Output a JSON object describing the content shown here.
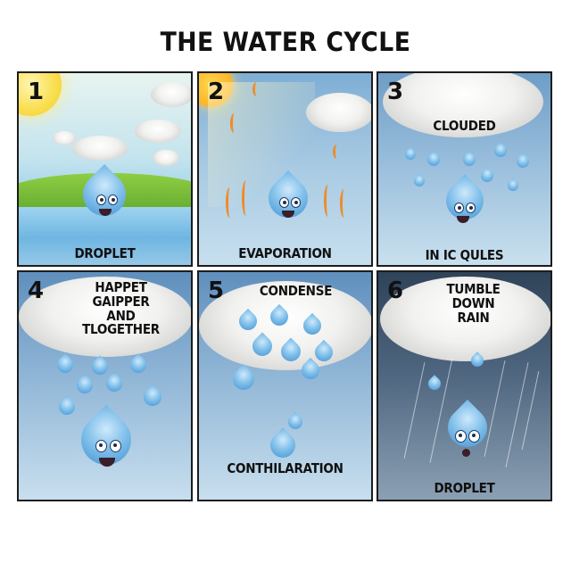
{
  "title": "THE WATER CYCLE",
  "panels": [
    {
      "number": "1",
      "caption_top": "",
      "caption_bottom": "DROPLET",
      "scene": "droplet-in-lake-sunny"
    },
    {
      "number": "2",
      "caption_top": "",
      "caption_bottom": "EVAPORATION",
      "scene": "droplet-heated-by-sun"
    },
    {
      "number": "3",
      "caption_top": "CLOUDED",
      "caption_bottom": "IN IC QULES",
      "scene": "droplet-under-raining-cloud"
    },
    {
      "number": "4",
      "caption_top": "HAPPET\nGAIPPER\nAND\nTLOGETHER",
      "caption_bottom": "",
      "scene": "droplets-gathering-under-cloud"
    },
    {
      "number": "5",
      "caption_top": "CONDENSE",
      "caption_bottom": "CONTHILARATION",
      "scene": "many-droplets-in-cloud"
    },
    {
      "number": "6",
      "caption_top": "TUMBLE\nDOWN\nRAIN",
      "caption_bottom": "DROPLET",
      "scene": "droplet-falling-in-storm"
    }
  ],
  "colors": {
    "sky_light": "#d9eef6",
    "sky_blue": "#6fa3cf",
    "storm": "#3f566f",
    "grass": "#7cc13e",
    "sun": "#f7d23a",
    "droplet": "#5aa6e0"
  }
}
